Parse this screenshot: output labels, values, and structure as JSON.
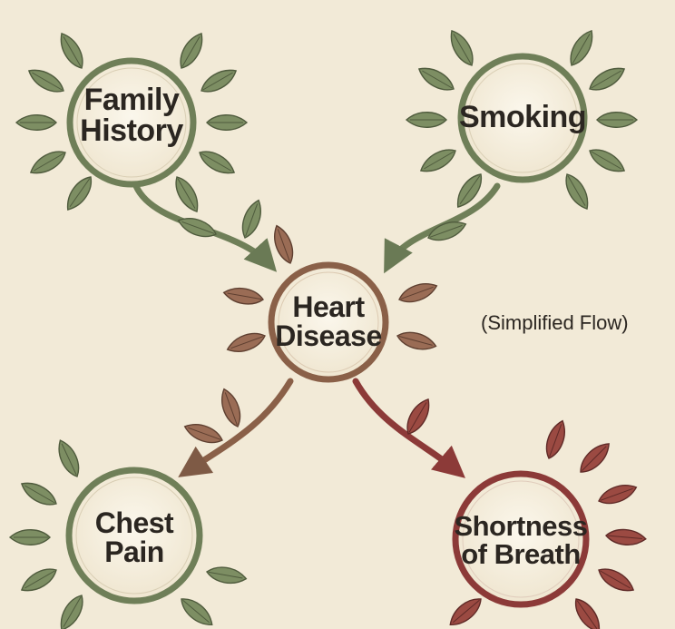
{
  "nodes": {
    "family_history": {
      "line1": "Family",
      "line2": "History"
    },
    "smoking": {
      "line1": "Smoking"
    },
    "heart_disease": {
      "line1": "Heart",
      "line2": "Disease"
    },
    "chest_pain": {
      "line1": "Chest",
      "line2": "Pain"
    },
    "shortness_of_breath": {
      "line1": "Shortness",
      "line2": "of Breath"
    }
  },
  "note": "(Simplified Flow)",
  "colors": {
    "background": "#f2ead7",
    "green_vine": "#6f7f58",
    "green_leaf": "#7d8e63",
    "brown_vine": "#8a6048",
    "red_vine": "#8c3a38",
    "circle_fill": "#f7f1e2"
  }
}
